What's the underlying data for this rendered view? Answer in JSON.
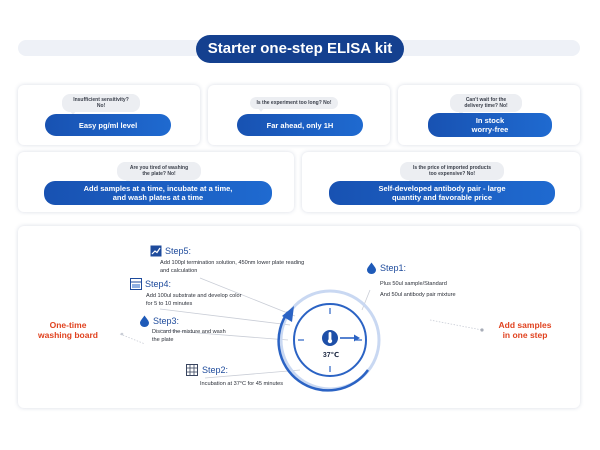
{
  "title": "Starter one-step ELISA kit",
  "cards": [
    {
      "question": "Insufficient sensitivity?\nNo!",
      "answer": "Easy pg/ml level"
    },
    {
      "question": "Is the experiment too long? No!",
      "answer": "Far ahead, only 1H"
    },
    {
      "question": "Can't wait for the\ndelivery time? No!",
      "answer": "In stock\nworry-free"
    },
    {
      "question": "Are you tired of washing\nthe plate? No!",
      "answer": "Add samples at a time, incubate at a time,\nand wash plates at a time"
    },
    {
      "question": "Is the price of imported products\ntoo expensive? No!",
      "answer": "Self-developed antibody pair - large\nquantity and favorable price"
    }
  ],
  "steps": {
    "step1": {
      "title": "Step1:",
      "lines": [
        "Plus 50ul sample/Standard",
        "And 50ul antibody pair mixture"
      ]
    },
    "step2": {
      "title": "Step2:",
      "text": "Incubation at 37°C for 45 minutes"
    },
    "step3": {
      "title": "Step3:",
      "text": "Discard the mixture and wash\nthe plate"
    },
    "step4": {
      "title": "Step4:",
      "text": "Add 100ul substrate and develop color\nfor 5 to 10 minutes"
    },
    "step5": {
      "title": "Step5:",
      "text": "Add 100pl termination solution, 450nm lower plate reading\nand calculation"
    }
  },
  "left_label": "One-time\nwashing board",
  "right_label": "Add samples\nin one step",
  "temperature": "37℃",
  "colors": {
    "primary": "#14408f",
    "accent_red": "#e0421f"
  },
  "icons": [
    "thermometer-icon",
    "drop-icon",
    "grid-plate-icon",
    "chart-icon",
    "arrow-icon"
  ]
}
